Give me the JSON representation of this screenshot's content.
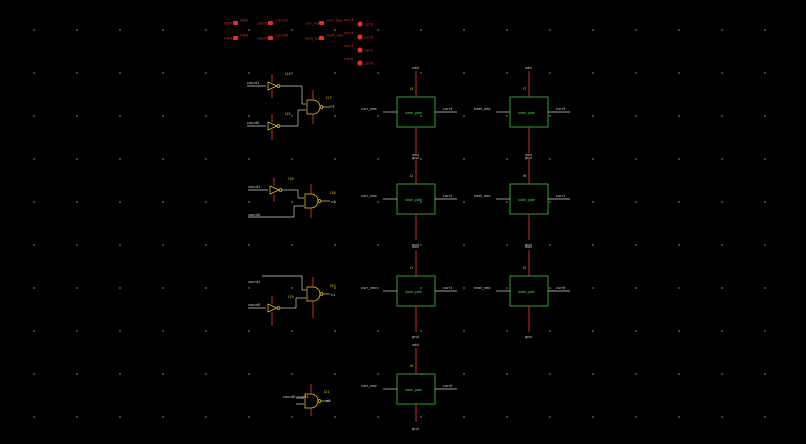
{
  "io_pins": [
    {
      "name": "VDD",
      "kind": "input"
    },
    {
      "name": "GND",
      "kind": "input"
    },
    {
      "name": "count1",
      "kind": "input"
    },
    {
      "name": "count0",
      "kind": "input"
    },
    {
      "name": "curr_neo",
      "kind": "input"
    },
    {
      "name": "next_neo",
      "kind": "input"
    },
    {
      "name": "curr3",
      "kind": "output"
    },
    {
      "name": "curr2",
      "kind": "output"
    },
    {
      "name": "curr1",
      "kind": "output"
    },
    {
      "name": "curr0",
      "kind": "output"
    }
  ],
  "gates": [
    {
      "name": "I14",
      "type": "inv",
      "input": "count1"
    },
    {
      "name": "I15",
      "type": "inv",
      "input": "count0"
    },
    {
      "name": "I17",
      "type": "nand",
      "output": "n3"
    },
    {
      "name": "I16",
      "type": "inv",
      "input": "count1"
    },
    {
      "name": "I18",
      "type": "nand",
      "output": "n2",
      "input2": "count0"
    },
    {
      "name": "I19",
      "type": "inv",
      "input": "count0"
    },
    {
      "name": "I20",
      "type": "nand",
      "output": "n1",
      "input2": "count1"
    },
    {
      "name": "I21",
      "type": "nand",
      "output": "n0",
      "inputs": "count0 count1"
    }
  ],
  "cells": [
    {
      "inst": "I3",
      "cell": "state_gate",
      "in": "curr_neo",
      "out": "curr3",
      "vdd": "vdd",
      "gnd": "gnd"
    },
    {
      "inst": "I7",
      "cell": "state_gate",
      "in": "next_neo",
      "out": "curr3",
      "vdd": "vdd",
      "gnd": "gnd"
    },
    {
      "inst": "I2",
      "cell": "state_gate",
      "in": "curr_neo",
      "out": "curr2",
      "vdd": "vdd",
      "gnd": "gnd"
    },
    {
      "inst": "I6",
      "cell": "state_gate",
      "in": "next_neo",
      "out": "curr1",
      "vdd": "vdd",
      "gnd": "gnd"
    },
    {
      "inst": "I1",
      "cell": "state_gate",
      "in": "curr_neo",
      "out": "curr1",
      "vdd": "vdd",
      "gnd": "gnd"
    },
    {
      "inst": "I5",
      "cell": "state_gate",
      "in": "next_neo",
      "out": "curr0",
      "vdd": "vdd",
      "gnd": "gnd"
    },
    {
      "inst": "I0",
      "cell": "state_gate",
      "in": "curr_neo",
      "out": "curr0",
      "vdd": "vdd",
      "gnd": "gnd"
    }
  ],
  "colors": {
    "background": "#000000",
    "wire": "#cfcfcf",
    "pin": "#e0302a",
    "instance_box": "#3cc83c",
    "gate_symbol": "#ffd21a",
    "grid_dot": "#6a6a6a"
  }
}
